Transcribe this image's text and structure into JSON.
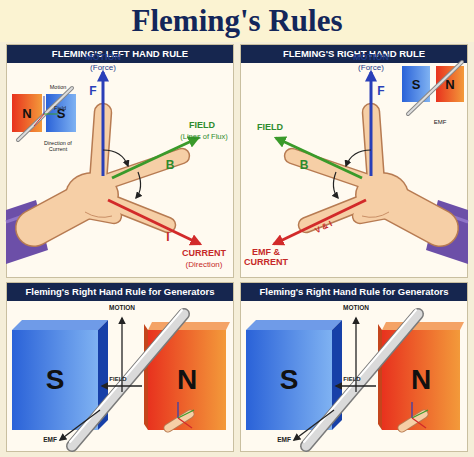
{
  "diagram": {
    "title": "Fleming's Rules",
    "nodes": [
      {
        "text": [
          "FLEMING'S LEFT HAND RULE"
        ]
      },
      {
        "text": [
          "N"
        ],
        "in": 0
      },
      {
        "text": [
          "S"
        ],
        "in": 0
      },
      {
        "text": [
          "FLEMING'S RIGHT HAND RULE"
        ]
      },
      {
        "text": [
          "S"
        ],
        "in": 3
      },
      {
        "text": [
          "N"
        ],
        "in": 3
      },
      {
        "text": [
          "Fleming's Right Hand Rule for Generators"
        ]
      },
      {
        "text": [
          "S"
        ],
        "in": 6
      },
      {
        "text": [
          "N"
        ],
        "in": 6
      },
      {
        "text": [
          "Fleming's Right Hand Rule for Generators"
        ]
      },
      {
        "text": [
          "S"
        ],
        "in": 9
      },
      {
        "text": [
          "N"
        ],
        "in": 9
      }
    ],
    "labels": [
      "MOTION",
      "(Force)",
      "F",
      "FIELD",
      "(Lines of Flux)",
      "B",
      "CURRENT",
      "(Direction)",
      "I",
      "Motion",
      "Field",
      "Direction of Current",
      "MOTION",
      "(Force)",
      "F",
      "FIELD",
      "B",
      "EMF & CURRENT",
      "V & I",
      "EMF",
      "MOTION",
      "FIELD",
      "EMF",
      "MOTION",
      "FIELD",
      "EMF"
    ]
  }
}
